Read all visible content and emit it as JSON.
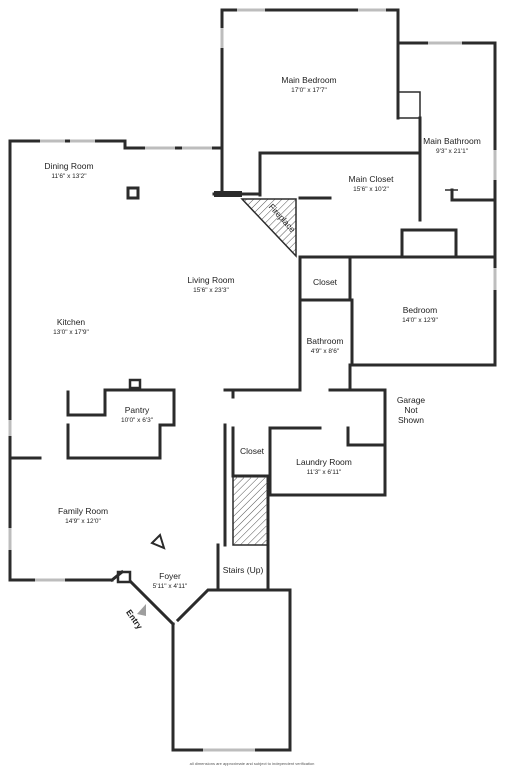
{
  "rooms": {
    "main_bedroom": {
      "name": "Main Bedroom",
      "dim": "17'0\" x 17'7\""
    },
    "main_bathroom": {
      "name": "Main Bathroom",
      "dim": "9'3\" x 21'1\""
    },
    "dining_room": {
      "name": "Dining Room",
      "dim": "11'6\" x 13'2\""
    },
    "main_closet": {
      "name": "Main Closet",
      "dim": "15'6\" x 10'2\""
    },
    "fireplace": {
      "name": "Fireplace"
    },
    "living_room": {
      "name": "Living Room",
      "dim": "15'6\" x 23'3\""
    },
    "closet_upper": {
      "name": "Closet"
    },
    "kitchen": {
      "name": "Kitchen",
      "dim": "13'0\" x 17'9\""
    },
    "bedroom": {
      "name": "Bedroom",
      "dim": "14'0\" x 12'9\""
    },
    "bathroom": {
      "name": "Bathroom",
      "dim": "4'9\" x 8'6\""
    },
    "pantry": {
      "name": "Pantry",
      "dim": "10'0\" x 6'3\""
    },
    "garage": {
      "line1": "Garage",
      "line2": "Not",
      "line3": "Shown"
    },
    "closet_lower": {
      "name": "Closet"
    },
    "laundry_room": {
      "name": "Laundry Room",
      "dim": "11'3\" x 6'11\""
    },
    "family_room": {
      "name": "Family Room",
      "dim": "14'9\" x 12'0\""
    },
    "stairs": {
      "name": "Stairs (Up)"
    },
    "foyer": {
      "name": "Foyer",
      "dim": "5'11\" x 4'11\""
    },
    "entry": {
      "name": "Entry"
    }
  },
  "footnote": "all dimensions are approximate and subject to independent verification"
}
